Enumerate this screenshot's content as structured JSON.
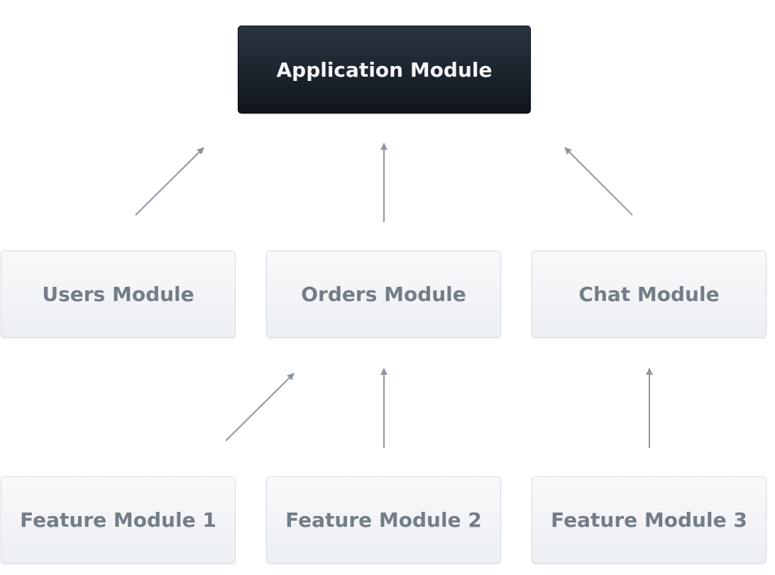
{
  "nodes": {
    "application": "Application Module",
    "users": "Users Module",
    "orders": "Orders Module",
    "chat": "Chat Module",
    "feature1": "Feature Module 1",
    "feature2": "Feature Module 2",
    "feature3": "Feature Module 3"
  },
  "colors": {
    "root_bg": "#1a222b",
    "root_text": "#f4f6f8",
    "child_bg": "#eef1f5",
    "child_border": "#d8dde3",
    "child_text": "#747d87",
    "arrow": "#8f979f"
  }
}
